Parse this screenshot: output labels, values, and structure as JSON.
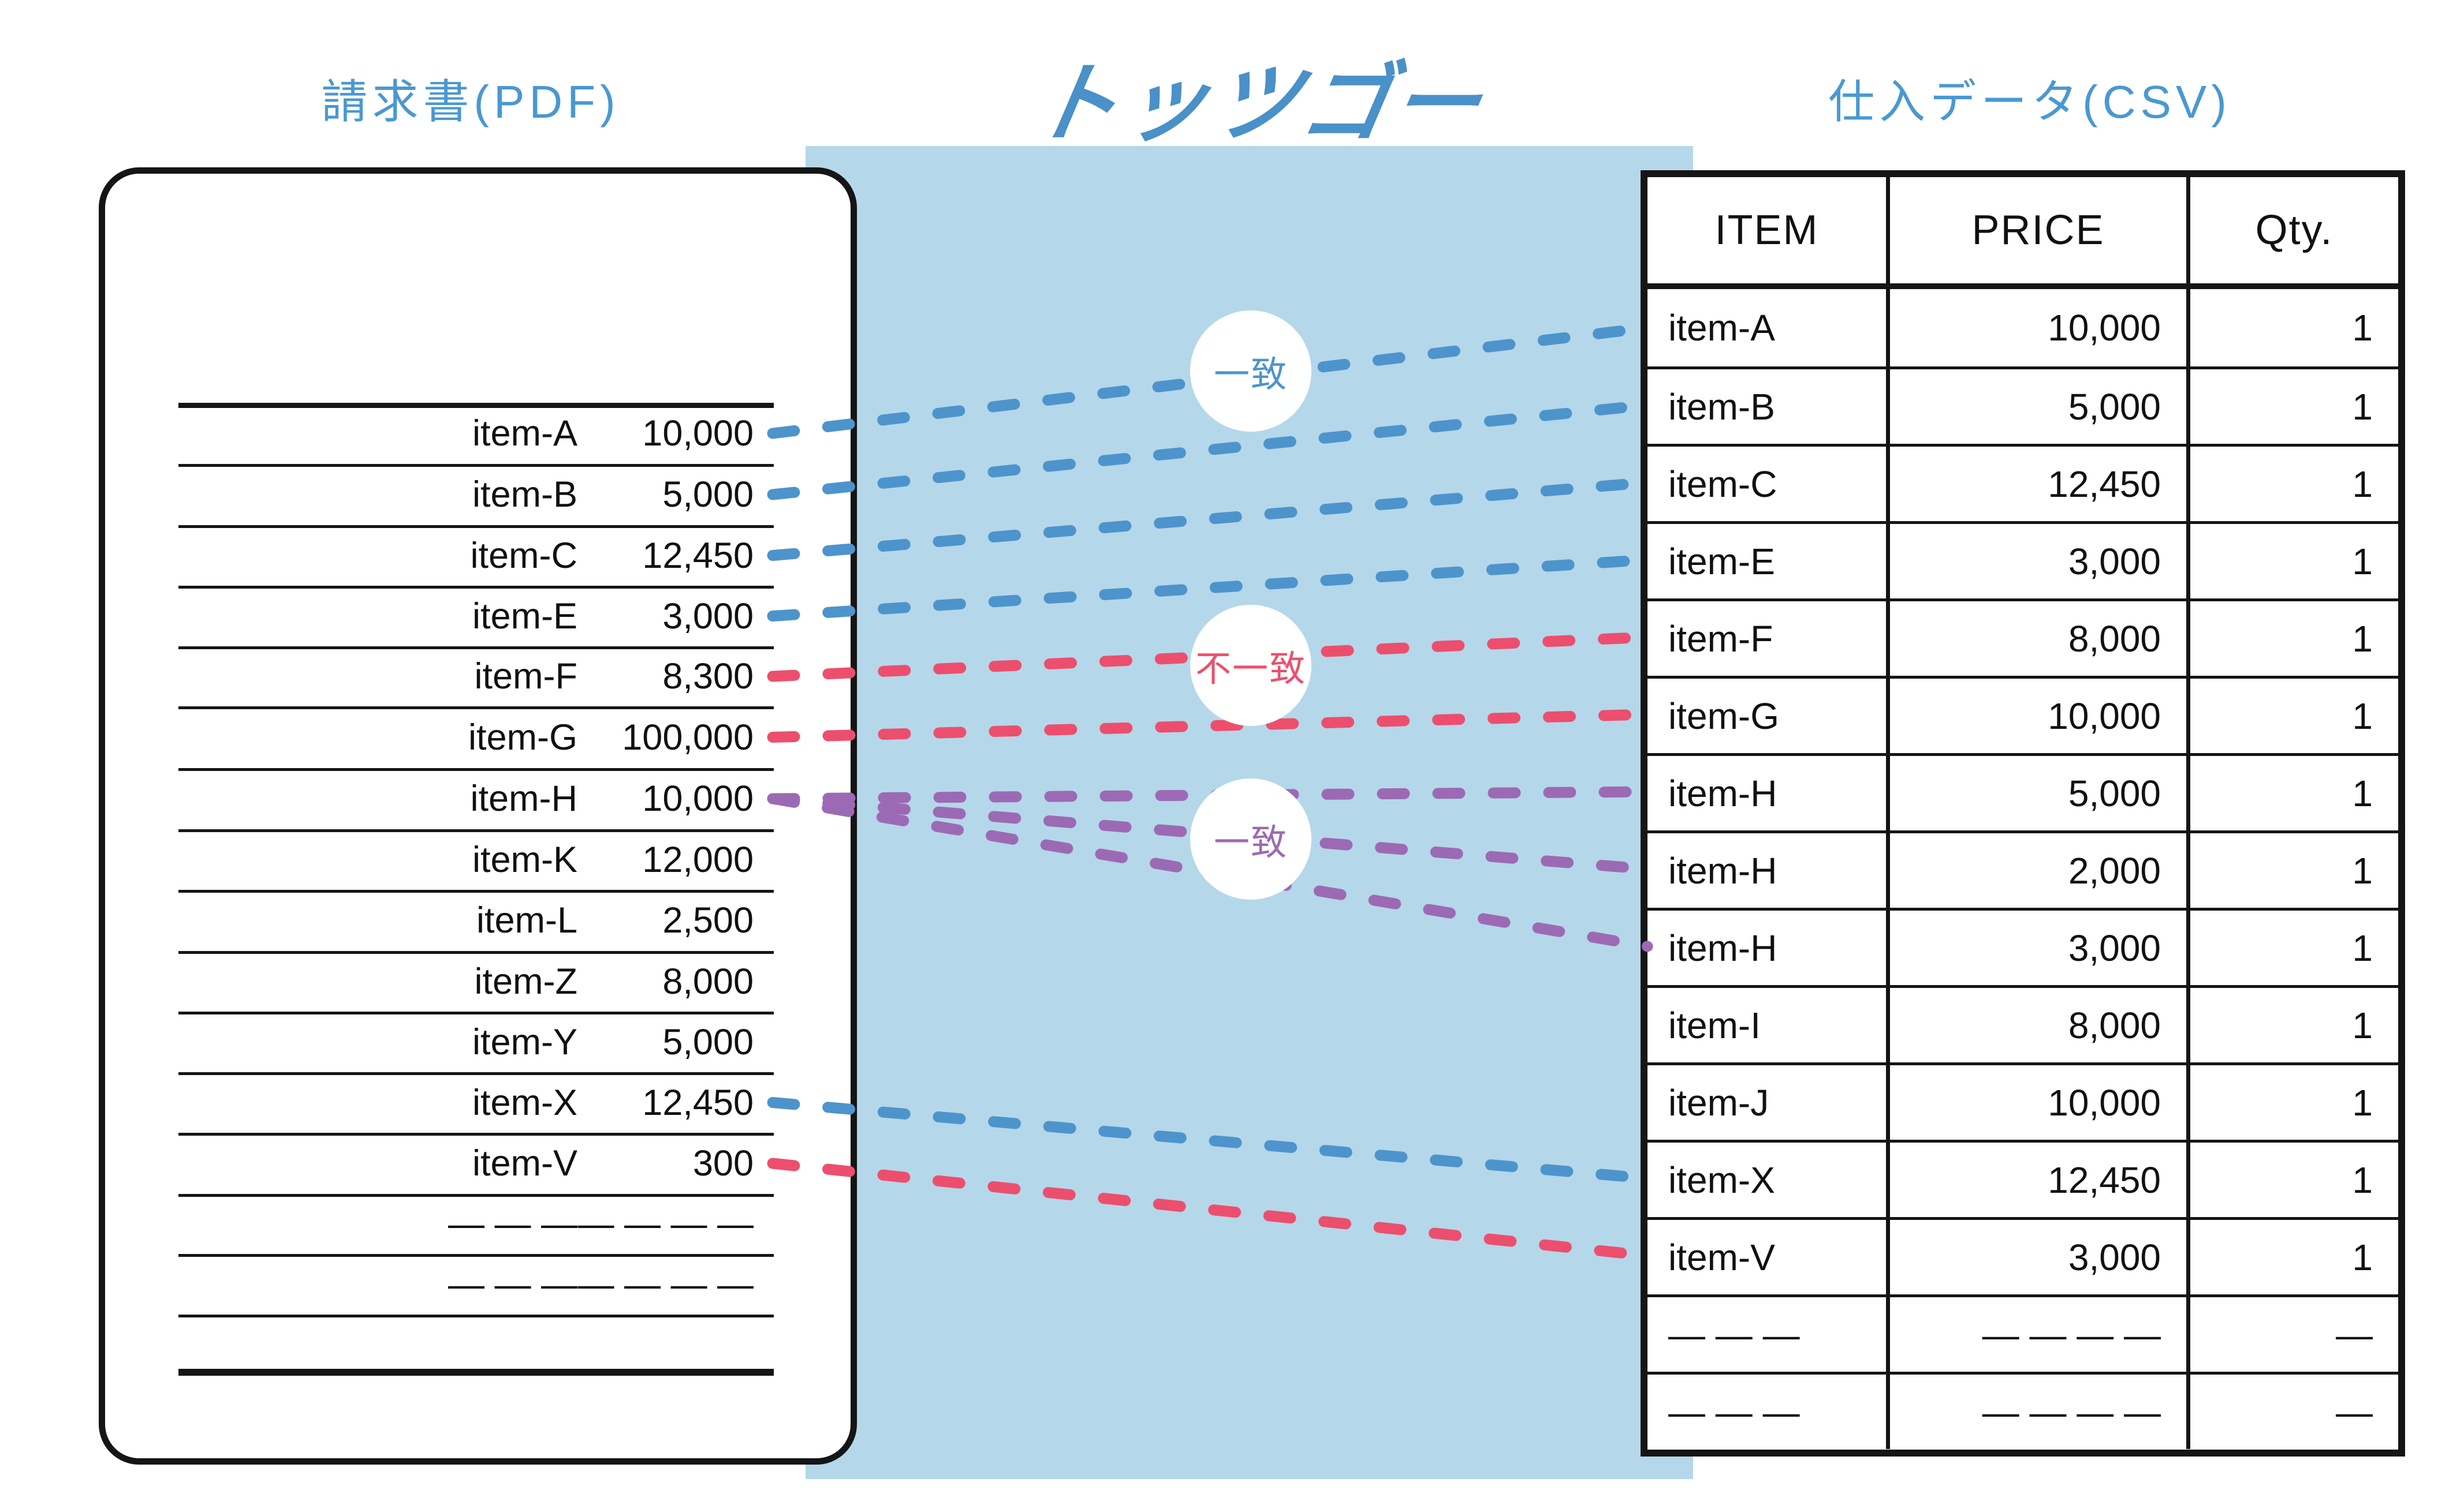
{
  "titles": {
    "left": "請求書(PDF)",
    "logo": "トッツゴー",
    "right": "仕入データ(CSV)"
  },
  "invoice": {
    "rows": [
      {
        "name": "item-A",
        "value": "10,000"
      },
      {
        "name": "item-B",
        "value": "5,000"
      },
      {
        "name": "item-C",
        "value": "12,450"
      },
      {
        "name": "item-E",
        "value": "3,000"
      },
      {
        "name": "item-F",
        "value": "8,300"
      },
      {
        "name": "item-G",
        "value": "100,000"
      },
      {
        "name": "item-H",
        "value": "10,000"
      },
      {
        "name": "item-K",
        "value": "12,000"
      },
      {
        "name": "item-L",
        "value": "2,500"
      },
      {
        "name": "item-Z",
        "value": "8,000"
      },
      {
        "name": "item-Y",
        "value": "5,000"
      },
      {
        "name": "item-X",
        "value": "12,450"
      },
      {
        "name": "item-V",
        "value": "300"
      },
      {
        "name": "— — —",
        "value": "— — — —"
      },
      {
        "name": "— — —",
        "value": "— — — —"
      }
    ]
  },
  "csv_table": {
    "headers": [
      "ITEM",
      "PRICE",
      "Qty."
    ],
    "rows": [
      {
        "item": "item-A",
        "price": "10,000",
        "qty": "1"
      },
      {
        "item": "item-B",
        "price": "5,000",
        "qty": "1"
      },
      {
        "item": "item-C",
        "price": "12,450",
        "qty": "1"
      },
      {
        "item": "item-E",
        "price": "3,000",
        "qty": "1"
      },
      {
        "item": "item-F",
        "price": "8,000",
        "qty": "1"
      },
      {
        "item": "item-G",
        "price": "10,000",
        "qty": "1"
      },
      {
        "item": "item-H",
        "price": "5,000",
        "qty": "1"
      },
      {
        "item": "item-H",
        "price": "2,000",
        "qty": "1"
      },
      {
        "item": "item-H",
        "price": "3,000",
        "qty": "1"
      },
      {
        "item": "item-I",
        "price": "8,000",
        "qty": "1"
      },
      {
        "item": "item-J",
        "price": "10,000",
        "qty": "1"
      },
      {
        "item": "item-X",
        "price": "12,450",
        "qty": "1"
      },
      {
        "item": "item-V",
        "price": "3,000",
        "qty": "1"
      },
      {
        "item": "— — —",
        "price": "— — — —",
        "qty": "—"
      },
      {
        "item": "— — —",
        "price": "— — — —",
        "qty": "—"
      }
    ]
  },
  "badges": [
    {
      "label": "一致",
      "status": "match"
    },
    {
      "label": "不一致",
      "status": "mismatch"
    },
    {
      "label": "一致",
      "status": "duplicate"
    }
  ],
  "connections": [
    {
      "from": 0,
      "to": 0,
      "status": "match"
    },
    {
      "from": 1,
      "to": 1,
      "status": "match"
    },
    {
      "from": 2,
      "to": 2,
      "status": "match"
    },
    {
      "from": 3,
      "to": 3,
      "status": "match"
    },
    {
      "from": 4,
      "to": 4,
      "status": "mismatch"
    },
    {
      "from": 5,
      "to": 5,
      "status": "mismatch"
    },
    {
      "from": 6,
      "to": 6,
      "status": "duplicate"
    },
    {
      "from": 6,
      "to": 7,
      "status": "duplicate"
    },
    {
      "from": 6,
      "to": 8,
      "status": "duplicate"
    },
    {
      "from": 11,
      "to": 11,
      "status": "match"
    },
    {
      "from": 12,
      "to": 12,
      "status": "mismatch"
    }
  ],
  "colors": {
    "match": "#4d94cc",
    "mismatch": "#ec4f6d",
    "duplicate": "#9c6ab4",
    "band": "#b5d7ea",
    "title_blue": "#4a98d2",
    "logo_blue": "#4a90c9",
    "ink": "#151515"
  }
}
